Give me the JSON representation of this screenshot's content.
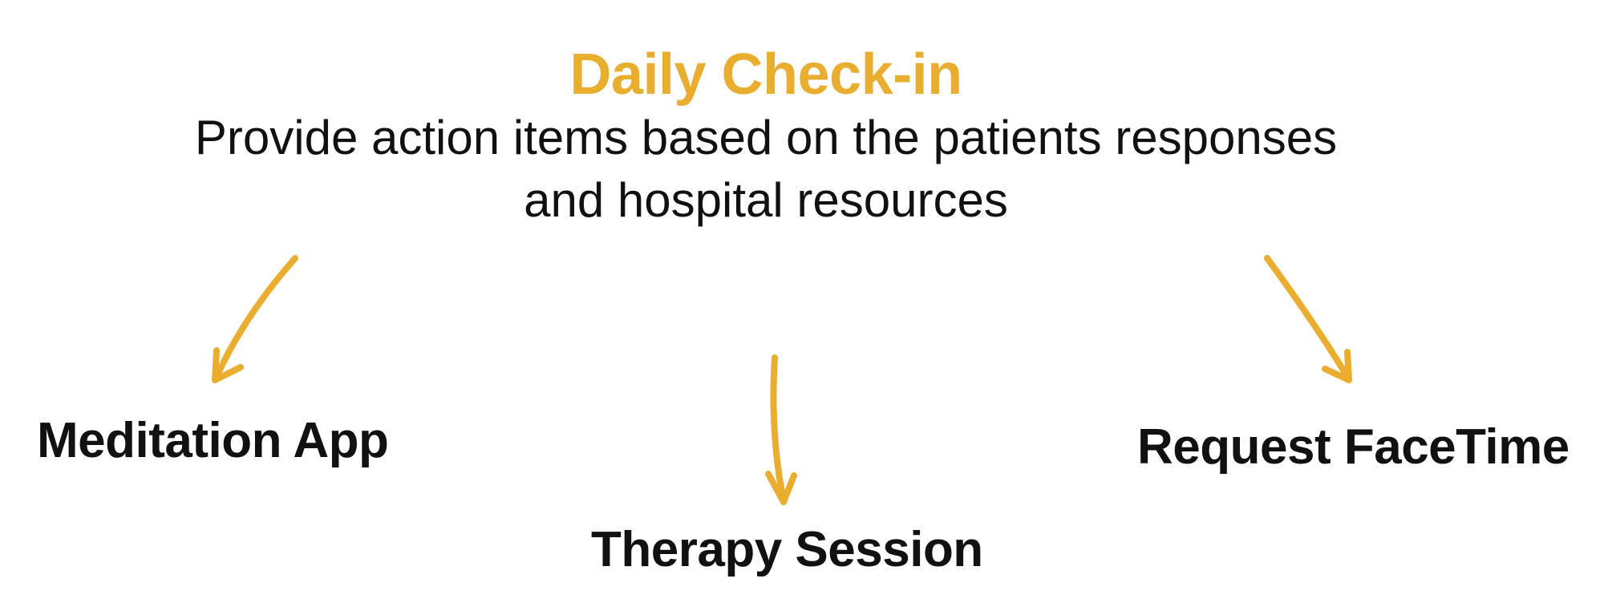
{
  "header": {
    "title": "Daily Check-in",
    "subtitle_line1": "Provide action items based on the patients responses",
    "subtitle_line2": "and hospital resources"
  },
  "nodes": [
    {
      "id": "meditation",
      "label": "Meditation App"
    },
    {
      "id": "therapy",
      "label": "Therapy Session"
    },
    {
      "id": "facetime",
      "label": "Request FaceTime"
    }
  ],
  "colors": {
    "accent": "#E9AE30",
    "text": "#111111"
  }
}
